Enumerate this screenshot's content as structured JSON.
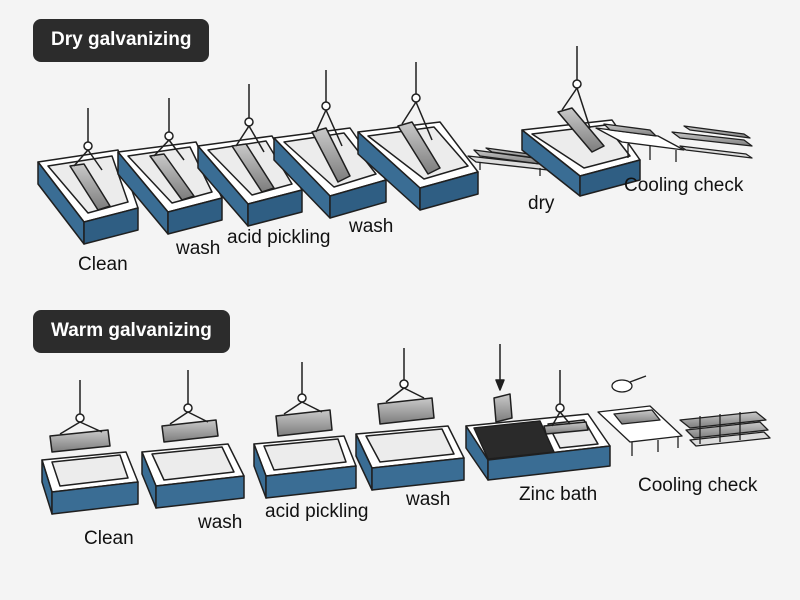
{
  "dry": {
    "title": "Dry galvanizing",
    "steps": [
      "Clean",
      "wash",
      "acid pickling",
      "wash",
      "dry",
      "Cooling check"
    ]
  },
  "warm": {
    "title": "Warm galvanizing",
    "steps": [
      "Clean",
      "wash",
      "acid pickling",
      "wash",
      "Zinc bath",
      "Cooling check"
    ]
  },
  "colors": {
    "tank_blue": "#3a6d94",
    "tank_top": "#ffffff",
    "line": "#1f1f1f",
    "beam": "#9a9a9a",
    "zinc": "#2a2a2a",
    "badge_bg": "#2c2c2c"
  }
}
